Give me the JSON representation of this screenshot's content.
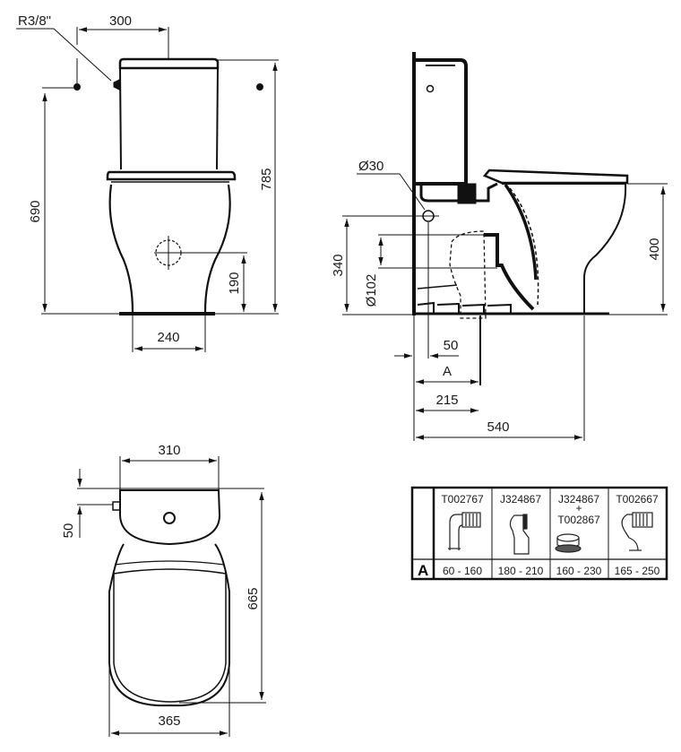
{
  "front_view": {
    "supply_thread": "R3/8\"",
    "supply_offset": "300",
    "supply_height": "690",
    "total_height": "785",
    "outlet_height": "190",
    "base_width": "240"
  },
  "side_view": {
    "inlet_diameter": "Ø30",
    "outlet_diameter": "Ø102",
    "inlet_height": "340",
    "seat_height": "400",
    "wall_offset": "50",
    "outlet_variable": "A",
    "outlet_distance": "215",
    "total_depth": "540"
  },
  "top_view": {
    "tank_width": "310",
    "inlet_offset": "50",
    "total_length": "665",
    "bowl_width": "365"
  },
  "connector_table": {
    "row_label": "A",
    "columns": [
      {
        "code": "T002767",
        "code2": "",
        "range": "60 - 160",
        "icon": "elbow-connector-icon"
      },
      {
        "code": "J324867",
        "code2": "",
        "range": "180 - 210",
        "icon": "offset-connector-icon"
      },
      {
        "code": "J324867",
        "plus": "+",
        "code2": "T002867",
        "range": "160 - 230",
        "icon": "extension-ring-icon"
      },
      {
        "code": "T002667",
        "code2": "",
        "range": "165 - 250",
        "icon": "bend-connector-icon"
      }
    ]
  }
}
